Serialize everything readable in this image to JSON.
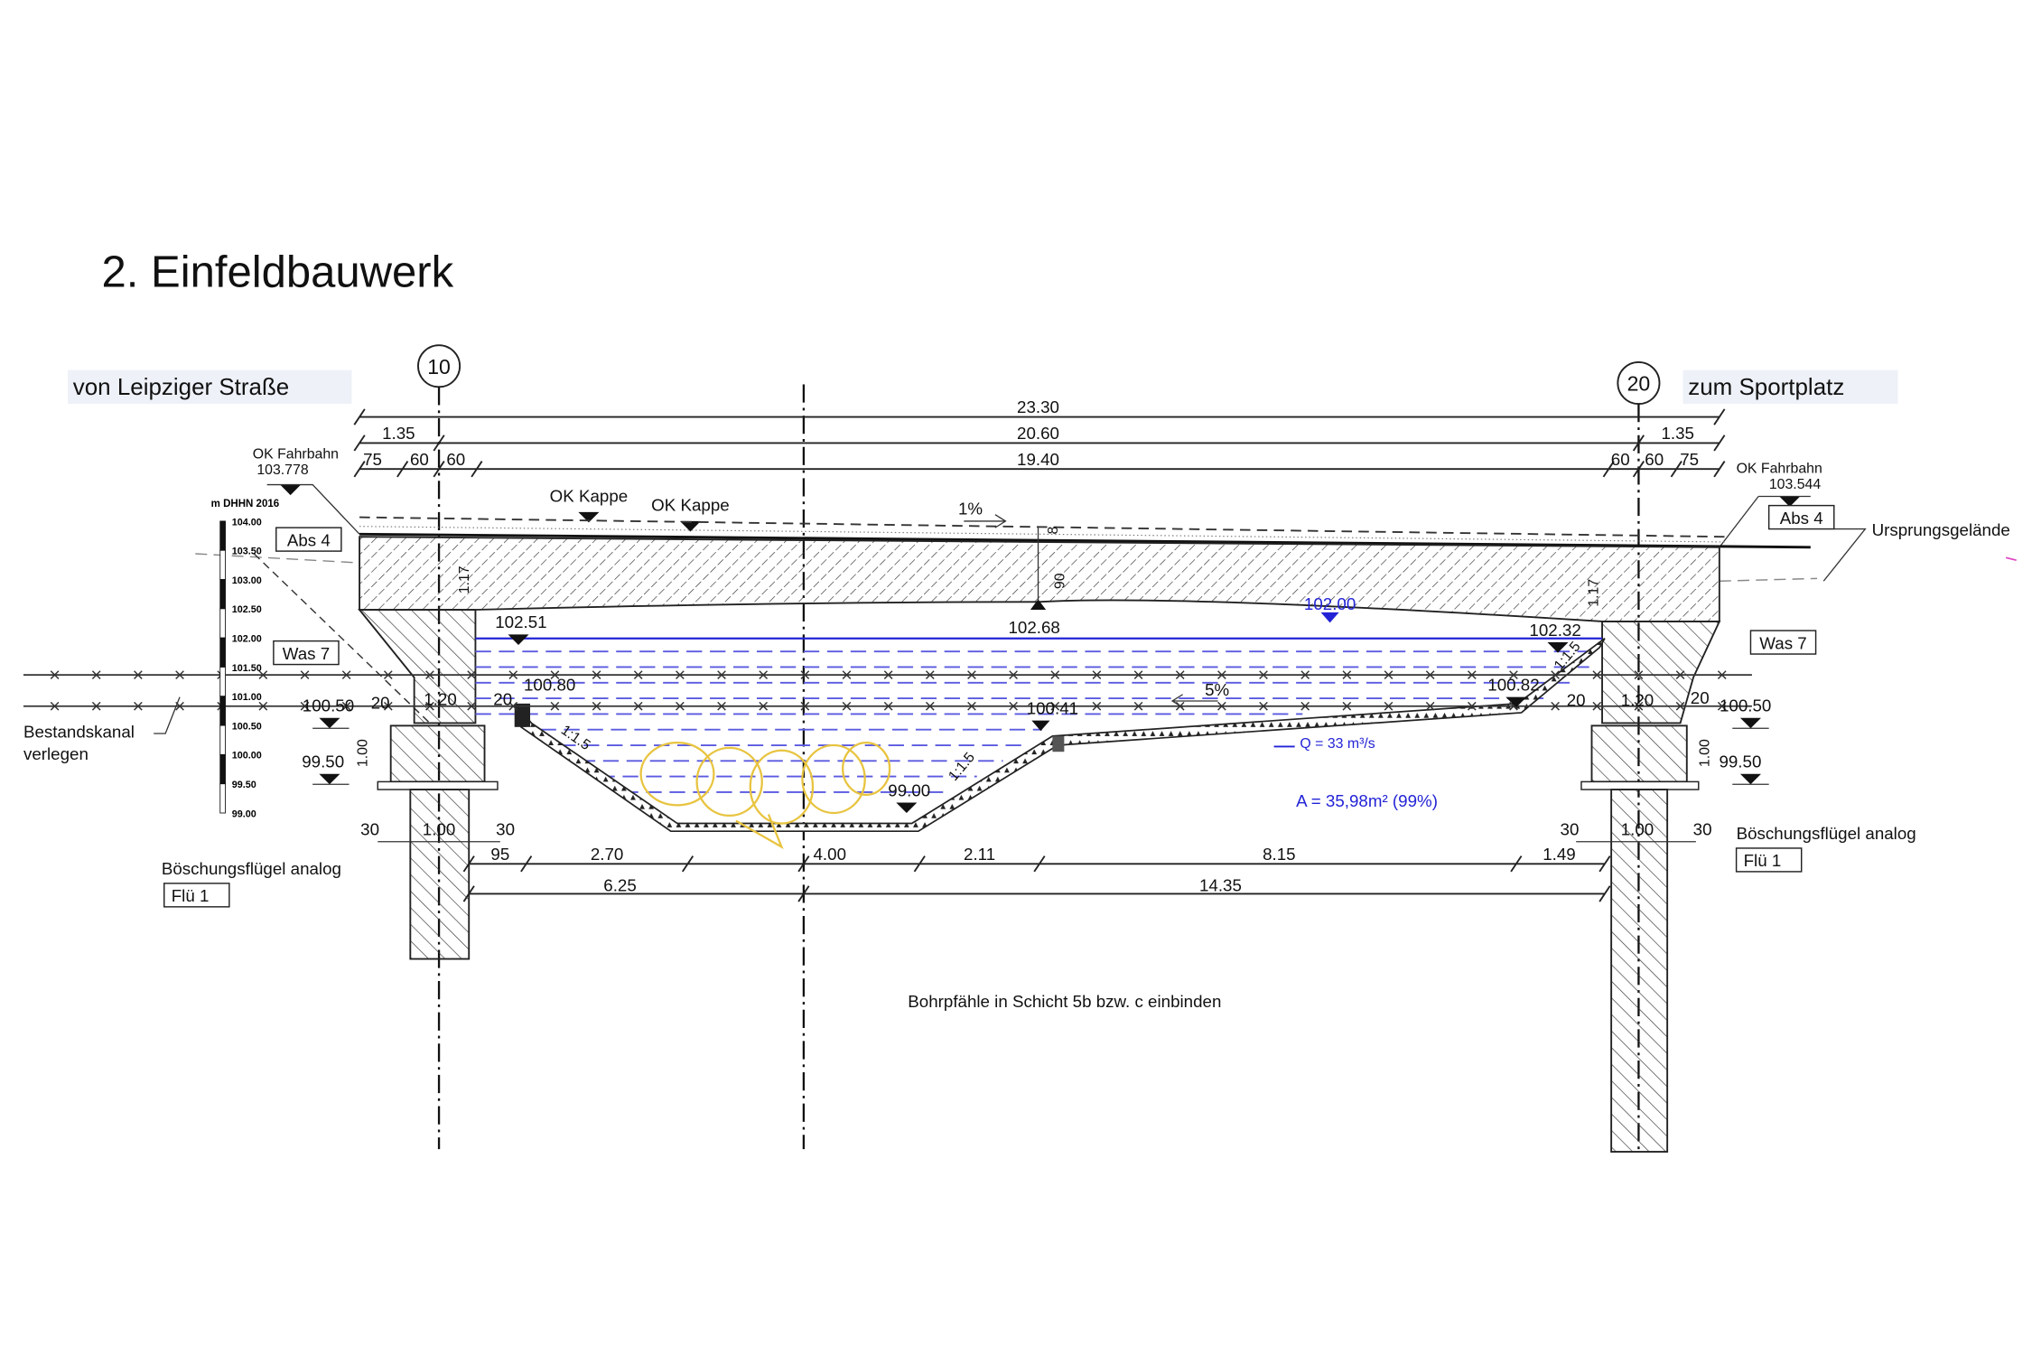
{
  "title": "2.   Einfeldbauwerk",
  "direction_left": "von Leipziger Straße",
  "direction_right": "zum Sportplatz",
  "axes": {
    "left": "10",
    "right": "20"
  },
  "dims_top": {
    "overall": "23.30",
    "left_cap": "1.35",
    "mid": "20.60",
    "right_cap": "1.35",
    "l75": "75",
    "l60a": "60",
    "l60b": "60",
    "clear": "19.40",
    "r60a": "60",
    "r60b": "60",
    "r75": "75"
  },
  "levels": {
    "ok_fahrbahn_label": "OK Fahrbahn",
    "ok_fahrbahn_left": "103.778",
    "ok_fahrbahn_right": "103.544",
    "ok_kappe_1": "OK Kappe",
    "ok_kappe_2": "OK Kappe",
    "slope_deck": "1%",
    "deck_thickness_top": "8",
    "deck_thickness": "90",
    "soffit_left": "102.51",
    "soffit_mid": "102.68",
    "soffit_right": "102.32",
    "water_level": "102.00",
    "bed_left": "100.80",
    "bed_mid": "100.41",
    "bed_right": "100.82",
    "bed_low": "99.00",
    "found_left_top": "100.50",
    "found_left_bot": "99.50",
    "found_right_top": "100.50",
    "found_right_bot": "99.50",
    "slope_bed": "5%",
    "incline_left": "1:1.5",
    "incline_mid": "1:1.5",
    "incline_right": "1:1.5",
    "wall_left": "1.17",
    "wall_right": "1.17",
    "footing_h_left": "1.00",
    "footing_h_right": "1.00"
  },
  "boxes": {
    "abs_left": "Abs 4",
    "abs_right": "Abs 4",
    "was_left": "Was 7",
    "was_right": "Was 7",
    "flu_left": "Flü 1",
    "flu_right": "Flü 1"
  },
  "labels": {
    "ursprung": "Ursprungsgelände",
    "bestandskanal_1": "Bestandskanal",
    "bestandskanal_2": "verlegen",
    "boeschung_left": "Böschungsflügel analog",
    "boeschung_right": "Böschungsflügel analog",
    "bohrpfaehle": "Bohrpfähle in Schicht 5b bzw. c einbinden",
    "discharge": "Q = 33 m³/s",
    "area": "A = 35,98m² (99%)"
  },
  "scale": {
    "title": "m DHHN 2016",
    "ticks": [
      "104.00",
      "103.50",
      "103.00",
      "102.50",
      "102.00",
      "101.50",
      "101.00",
      "100.50",
      "100.00",
      "99.50",
      "99.00"
    ]
  },
  "dims_abutment": {
    "l20a": "20",
    "l120": "1.20",
    "l20b": "20",
    "r20a": "20",
    "r120": "1.20",
    "r20b": "20",
    "l30a": "30",
    "l100": "1.00",
    "l30b": "30",
    "r30a": "30",
    "r100": "1.00",
    "r30b": "30"
  },
  "dims_bottom": {
    "d95": "95",
    "d270": "2.70",
    "d400": "4.00",
    "d211": "2.11",
    "d815": "8.15",
    "d149": "1.49",
    "d625": "6.25",
    "d1435": "14.35"
  },
  "colors": {
    "water": "#2323d6",
    "culvert": "#e8c440",
    "ink": "#111111"
  }
}
